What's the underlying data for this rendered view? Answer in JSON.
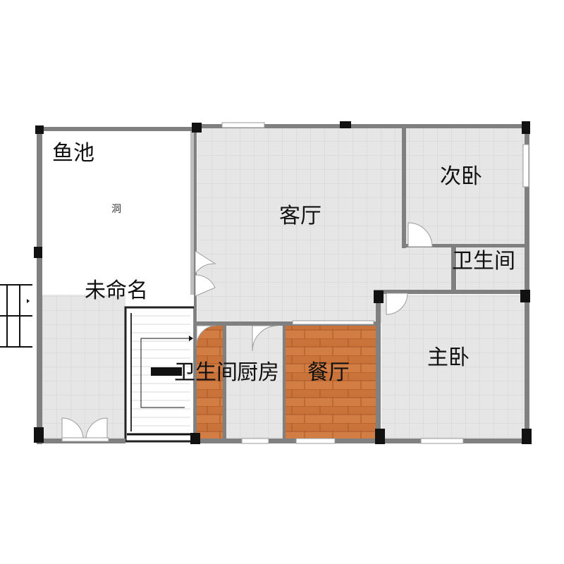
{
  "rooms": {
    "fish_pond": "鱼池",
    "hole": "洞",
    "living_room": "客厅",
    "second_bedroom": "次卧",
    "bathroom_1": "卫生间",
    "unnamed": "未命名",
    "master_bedroom": "主卧",
    "bathroom_2": "卫生间",
    "kitchen": "厨房",
    "dining_room": "餐厅"
  },
  "colors": {
    "wall": "#7f7f7f",
    "pillar": "#111111",
    "tile": "#e6e6e6",
    "tile_line": "#d0d0d0",
    "wood": "#d07a40",
    "wood_dark": "#b9622c",
    "window": "#ffffff"
  }
}
